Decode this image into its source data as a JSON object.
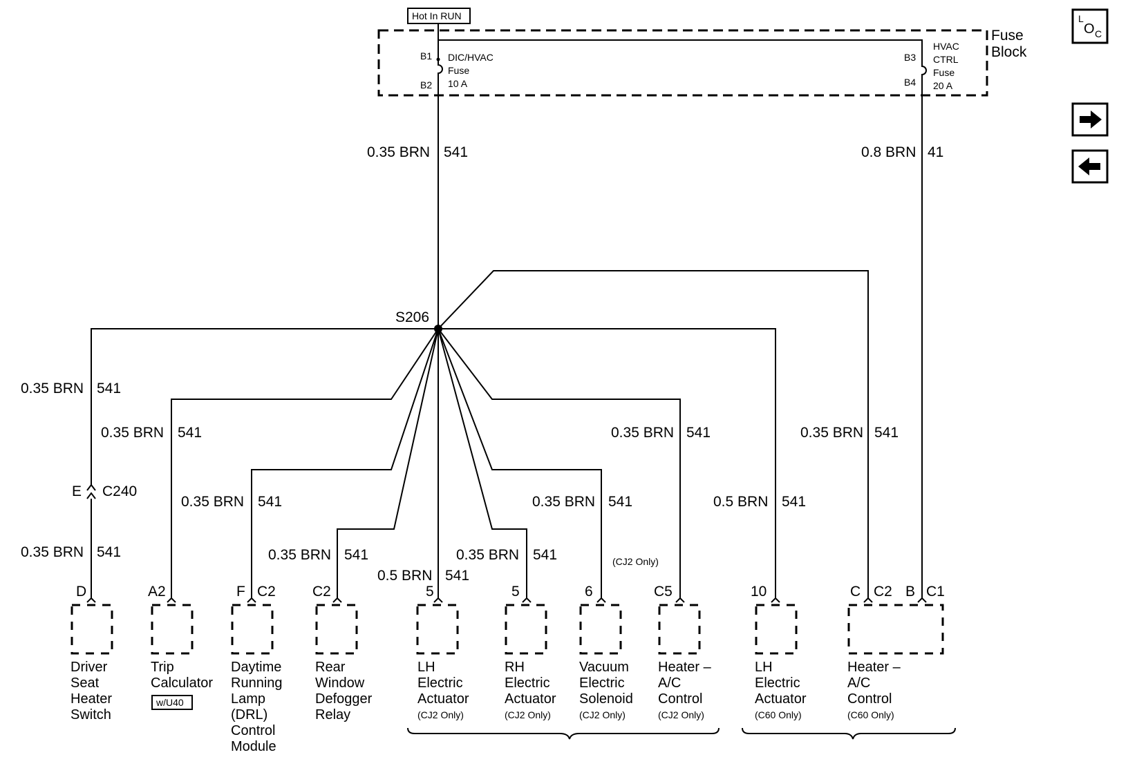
{
  "hot_in_run": "Hot In RUN",
  "fuse_block": {
    "line1": "Fuse",
    "line2": "Block"
  },
  "fuse_left": {
    "pin_top": "B1",
    "pin_bottom": "B2",
    "name": "DIC/HVAC",
    "line2": "Fuse",
    "rating": "10 A"
  },
  "fuse_right": {
    "pin_top": "B3",
    "pin_bottom": "B4",
    "name": "HVAC",
    "line2": "CTRL",
    "line3": "Fuse",
    "rating": "20 A"
  },
  "nav": {
    "loc_l": "L",
    "loc_o": "O",
    "loc_c": "C"
  },
  "splice": "S206",
  "connector_c240": {
    "pin": "E",
    "name": "C240"
  },
  "wires": {
    "main_left": {
      "gauge": "0.35 BRN",
      "circuit": "541"
    },
    "main_right": {
      "gauge": "0.8 BRN",
      "circuit": "41"
    },
    "w1_upper": {
      "gauge": "0.35 BRN",
      "circuit": "541"
    },
    "w1_lower": {
      "gauge": "0.35 BRN",
      "circuit": "541"
    },
    "w2": {
      "gauge": "0.35 BRN",
      "circuit": "541"
    },
    "w3": {
      "gauge": "0.35 BRN",
      "circuit": "541"
    },
    "w4": {
      "gauge": "0.35 BRN",
      "circuit": "541"
    },
    "w5": {
      "gauge": "0.5 BRN",
      "circuit": "541"
    },
    "w6": {
      "gauge": "0.35 BRN",
      "circuit": "541"
    },
    "w7": {
      "gauge": "0.35 BRN",
      "circuit": "541"
    },
    "w8": {
      "gauge": "0.35 BRN",
      "circuit": "541"
    },
    "w9": {
      "gauge": "0.5 BRN",
      "circuit": "541"
    },
    "w10": {
      "gauge": "0.35 BRN",
      "circuit": "541"
    }
  },
  "cj2_only_note": "(CJ2 Only)",
  "components": [
    {
      "pin": "D",
      "conn": "",
      "lines": [
        "Driver",
        "Seat",
        "Heater",
        "Switch"
      ],
      "note": ""
    },
    {
      "pin": "A2",
      "conn": "",
      "lines": [
        "Trip",
        "Calculator"
      ],
      "note": "",
      "badge": "w/U40"
    },
    {
      "pin": "F",
      "conn": "C2",
      "lines": [
        "Daytime",
        "Running",
        "Lamp",
        "(DRL)",
        "Control",
        "Module"
      ],
      "note": ""
    },
    {
      "pin": "C2",
      "conn": "",
      "lines": [
        "Rear",
        "Window",
        "Defogger",
        "Relay"
      ],
      "note": ""
    },
    {
      "pin": "5",
      "conn": "",
      "lines": [
        "LH",
        "Electric",
        "Actuator"
      ],
      "note": "(CJ2 Only)"
    },
    {
      "pin": "5",
      "conn": "",
      "lines": [
        "RH",
        "Electric",
        "Actuator"
      ],
      "note": "(CJ2 Only)"
    },
    {
      "pin": "6",
      "conn": "",
      "lines": [
        "Vacuum",
        "Electric",
        "Solenoid"
      ],
      "note": "(CJ2 Only)"
    },
    {
      "pin": "C5",
      "conn": "",
      "lines": [
        "Heater –",
        "A/C",
        "Control"
      ],
      "note": "(CJ2 Only)"
    },
    {
      "pin": "10",
      "conn": "",
      "lines": [
        "LH",
        "Electric",
        "Actuator"
      ],
      "note": "(C60 Only)"
    },
    {
      "pin": "C",
      "conn": "C2",
      "pin2": "B",
      "conn2": "C1",
      "lines": [
        "Heater –",
        "A/C",
        "Control"
      ],
      "note": "(C60 Only)"
    }
  ]
}
